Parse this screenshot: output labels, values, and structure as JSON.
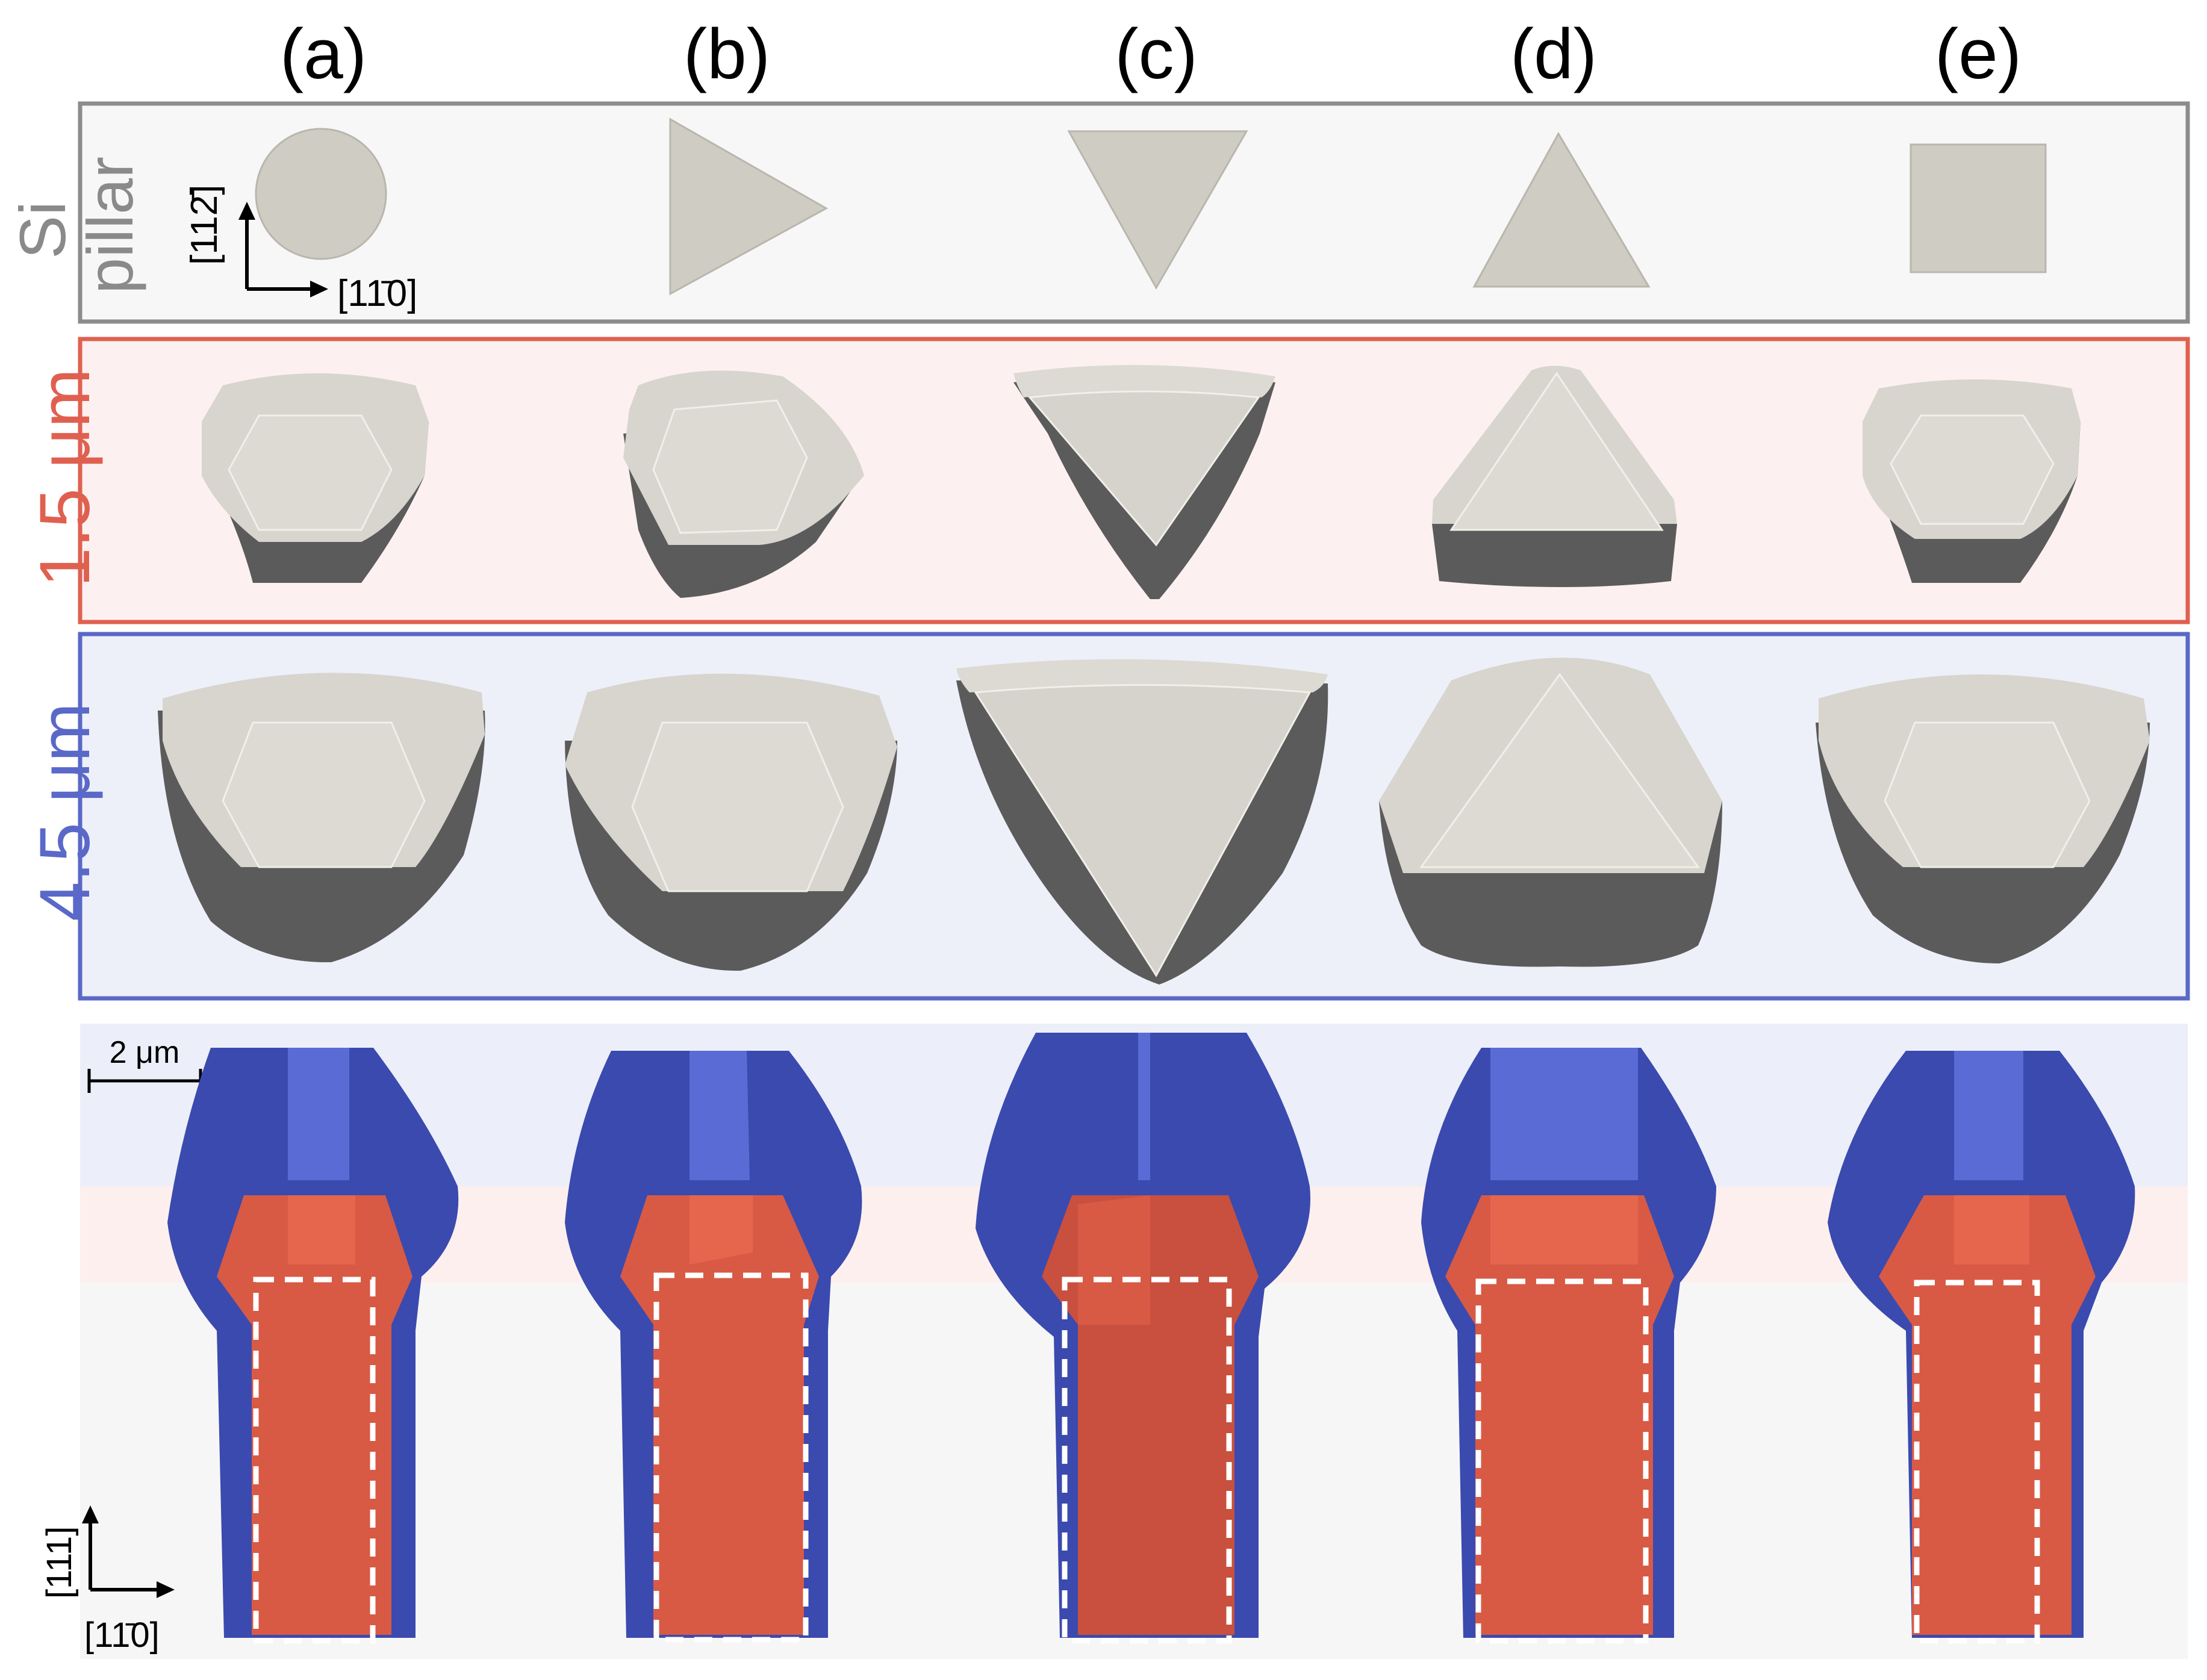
{
  "columns": [
    {
      "label": "(a)"
    },
    {
      "label": "(b)"
    },
    {
      "label": "(c)"
    },
    {
      "label": "(d)"
    },
    {
      "label": "(e)"
    }
  ],
  "rows": {
    "si_pillar": {
      "label_line1": "Si",
      "label_line2": "pillar",
      "color": "#8a8a8a"
    },
    "r1": {
      "label": "1.5 μm",
      "color": "#e06050"
    },
    "r2": {
      "label": "4.5 μm",
      "color": "#5a68c8"
    }
  },
  "axes_top": {
    "vertical": "[112̄]",
    "horizontal": "[11̄0]"
  },
  "axes_bottom": {
    "vertical": "[111]",
    "horizontal": "[11̄0]"
  },
  "scale_bar": {
    "label": "2 μm"
  },
  "colors": {
    "face_light": "#dcdad2",
    "face_mid": "#cfcdc5",
    "face_dark": "#5b5b5b",
    "blue": "#3b4aae",
    "blue_light": "#5b6bd6",
    "red": "#d85a45",
    "red_light": "#e5664d",
    "band_blue": "#eceff9",
    "band_red": "#fcefee",
    "band_gray": "#f6f6f6"
  }
}
